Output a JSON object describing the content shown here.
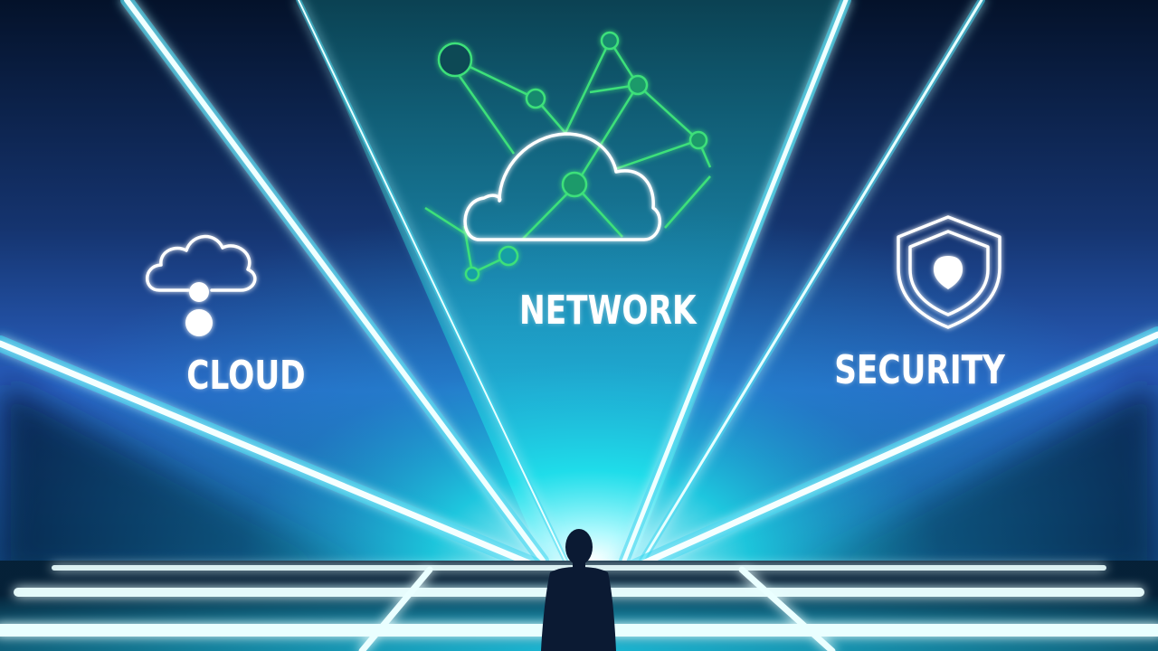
{
  "scene": {
    "description": "Futuristic technology illustration: neon light rays converge on a silhouetted person standing on a glowing grid floor, with three concept icons above",
    "colors": {
      "background_top": "#061a33",
      "background_mid": "#1f58b8",
      "glow_center": "#18e4ee",
      "ray": "#e8ffff",
      "ray_glow": "#22d8f0",
      "network_green": "#3ee07a",
      "silhouette": "#0b1a33",
      "icon_white": "#ffffff"
    }
  },
  "concepts": [
    {
      "id": "cloud",
      "label": "CLOUD",
      "icon": "cloud-with-dots-icon"
    },
    {
      "id": "network",
      "label": "NETWORK",
      "icon": "cloud-network-graph-icon"
    },
    {
      "id": "security",
      "label": "SECURITY",
      "icon": "shield-icon"
    }
  ],
  "figure": {
    "type": "person-silhouette",
    "position": "bottom-center"
  }
}
